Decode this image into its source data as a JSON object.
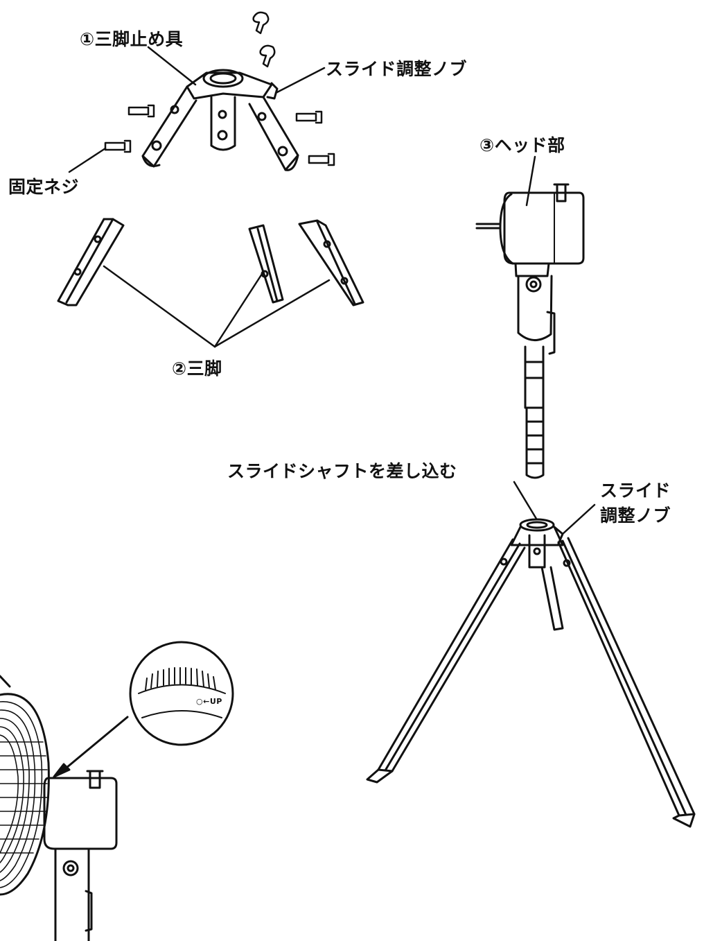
{
  "labels": {
    "stopper": "①三脚止め具",
    "slide_knob_top": "スライド調整ノブ",
    "screw": "固定ネジ",
    "legs": "②三脚",
    "head": "③ヘッド部",
    "insert_shaft": "スライドシャフトを差し込む",
    "slide_knob_right_line1": "スライド",
    "slide_knob_right_line2": "調整ノブ",
    "up_mark": "○←UP"
  }
}
